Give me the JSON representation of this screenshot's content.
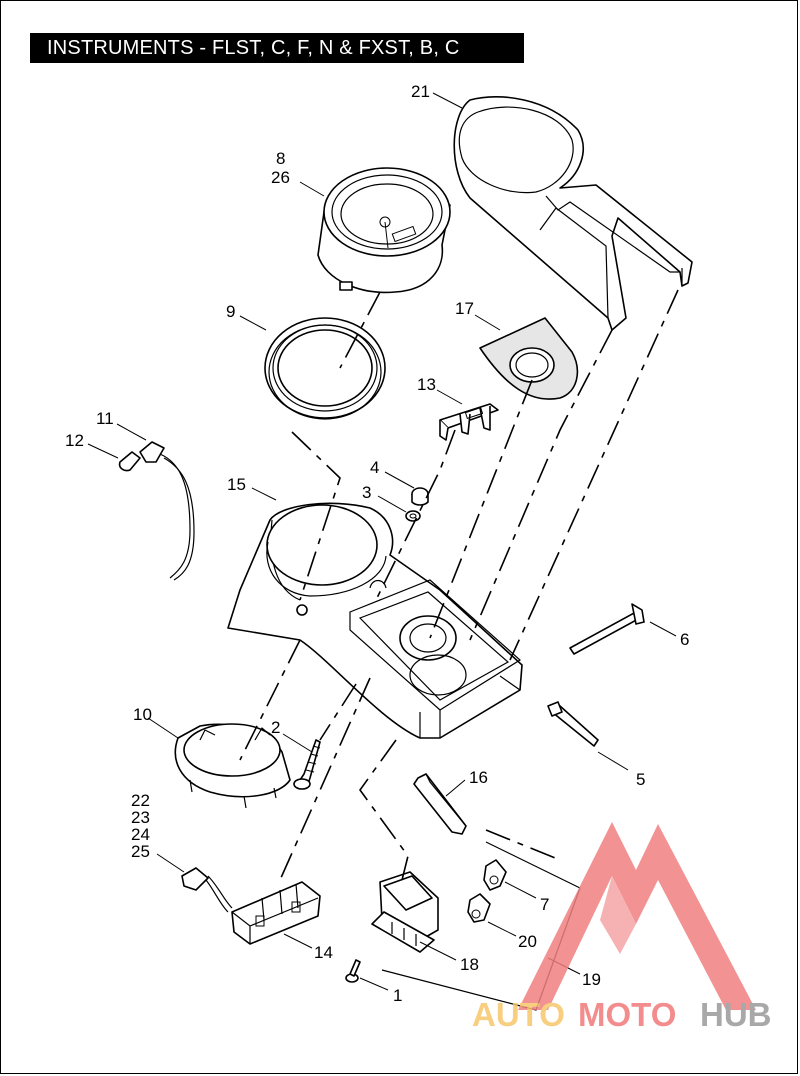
{
  "title": "INSTRUMENTS - FLST, C, F, N & FXST, B, C",
  "callouts": {
    "c1": "1",
    "c2": "2",
    "c3": "3",
    "c4": "4",
    "c5": "5",
    "c6": "6",
    "c7": "7",
    "c8": "8",
    "c26": "26",
    "c9": "9",
    "c10": "10",
    "c11": "11",
    "c12": "12",
    "c13": "13",
    "c14": "14",
    "c15": "15",
    "c16": "16",
    "c17": "17",
    "c18": "18",
    "c19": "19",
    "c20": "20",
    "c21": "21",
    "c22": "22",
    "c23": "23",
    "c24": "24",
    "c25": "25"
  },
  "watermark": {
    "text_a": "AUTO",
    "text_b": "MOTO",
    "text_c": "HUB",
    "color_a": "#f7c66a",
    "color_b": "#f27a7a",
    "color_c": "#9a9a9a"
  }
}
